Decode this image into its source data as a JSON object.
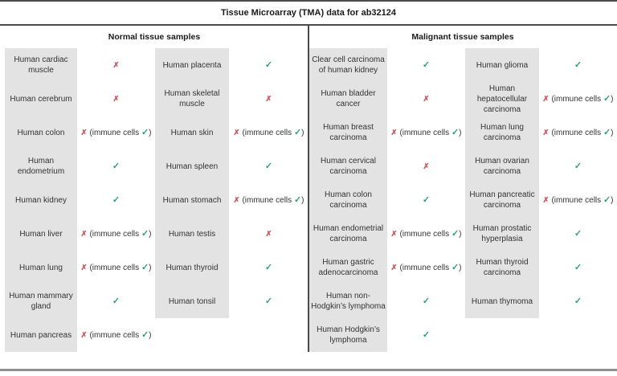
{
  "title": "Tissue Microarray (TMA) data for ab32124",
  "markers": {
    "check": "✓",
    "cross": "✗",
    "immune_text_open": "(immune cells ",
    "immune_text_close": ")"
  },
  "colors": {
    "check": "#2aa17c",
    "cross": "#cf4e56",
    "cell_background": "#e3e3e3",
    "rule": "#4a4a4a"
  },
  "sections": [
    {
      "label": "Normal tissue samples",
      "columns": [
        {
          "rows": [
            {
              "name": "Human cardiac muscle",
              "result": "cross"
            },
            {
              "name": "Human cerebrum",
              "result": "cross"
            },
            {
              "name": "Human colon",
              "result": "cross-immune"
            },
            {
              "name": "Human endometrium",
              "result": "check"
            },
            {
              "name": "Human kidney",
              "result": "check"
            },
            {
              "name": "Human liver",
              "result": "cross-immune"
            },
            {
              "name": "Human lung",
              "result": "cross-immune"
            },
            {
              "name": "Human mammary gland",
              "result": "check"
            },
            {
              "name": "Human pancreas",
              "result": "cross-immune"
            }
          ]
        },
        {
          "rows": [
            {
              "name": "Human placenta",
              "result": "check"
            },
            {
              "name": "Human skeletal muscle",
              "result": "cross"
            },
            {
              "name": "Human skin",
              "result": "cross-immune"
            },
            {
              "name": "Human spleen",
              "result": "check"
            },
            {
              "name": "Human stomach",
              "result": "cross-immune"
            },
            {
              "name": "Human testis",
              "result": "cross"
            },
            {
              "name": "Human thyroid",
              "result": "check"
            },
            {
              "name": "Human tonsil",
              "result": "check"
            }
          ]
        }
      ]
    },
    {
      "label": "Malignant tissue samples",
      "columns": [
        {
          "rows": [
            {
              "name": "Clear cell carcinoma of human kidney",
              "result": "check"
            },
            {
              "name": "Human bladder cancer",
              "result": "cross"
            },
            {
              "name": "Human breast carcinoma",
              "result": "cross-immune"
            },
            {
              "name": "Human cervical carcinoma",
              "result": "cross"
            },
            {
              "name": "Human colon carcinoma",
              "result": "check"
            },
            {
              "name": "Human endometrial carcinoma",
              "result": "cross-immune"
            },
            {
              "name": "Human gastric adenocarcinoma",
              "result": "cross-immune"
            },
            {
              "name": "Human non-Hodgkin’s lymphoma",
              "result": "check"
            },
            {
              "name": "Human Hodgkin’s lymphoma",
              "result": "check"
            }
          ]
        },
        {
          "rows": [
            {
              "name": "Human glioma",
              "result": "check"
            },
            {
              "name": "Human hepatocellular carcinoma",
              "result": "cross-immune"
            },
            {
              "name": "Human lung carcinoma",
              "result": "cross-immune"
            },
            {
              "name": "Human ovarian carcinoma",
              "result": "check"
            },
            {
              "name": "Human pancreatic carcinoma",
              "result": "cross-immune"
            },
            {
              "name": "Human prostatic hyperplasia",
              "result": "check"
            },
            {
              "name": "Human thyroid carcinoma",
              "result": "check"
            },
            {
              "name": "Human thymoma",
              "result": "check"
            }
          ]
        }
      ]
    }
  ]
}
